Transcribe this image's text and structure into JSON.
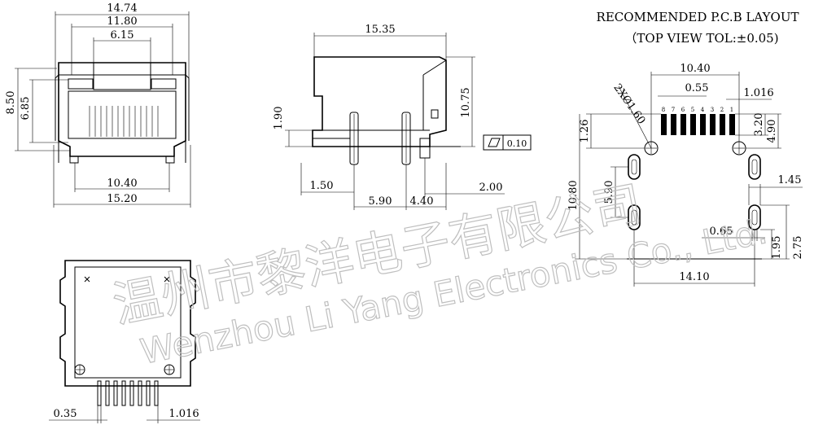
{
  "pcb_layout": {
    "title": "RECOMMENDED P.C.B LAYOUT",
    "subtitle": "（TOP VIEW TOL:±0.05)",
    "dims": {
      "width": "10.40",
      "pitch": "0.55",
      "pad_pitch": "1.016",
      "hole_dia": "2XØ1.60",
      "pad_len": "3.20",
      "pad_to_hole": "4.90",
      "d126": "1.26",
      "height": "10.80",
      "slot_pitch": "5.90",
      "slot_w": "1.45",
      "slot_off": "0.65",
      "d195": "1.95",
      "d275": "2.75",
      "base": "14.10"
    },
    "pin_numbers": [
      "8",
      "7",
      "6",
      "5",
      "4",
      "3",
      "2",
      "1"
    ]
  },
  "front_view": {
    "dims": {
      "overall": "14.74",
      "inner": "11.80",
      "opening": "6.15",
      "height": "8.50",
      "inner_h": "6.85",
      "pin_span": "10.40",
      "base": "15.20"
    }
  },
  "side_view": {
    "dims": {
      "length": "15.35",
      "height": "10.75",
      "standoff": "1.90",
      "front_off": "1.50",
      "pin_gap": "5.90",
      "rear_pin": "4.40",
      "rear_off": "2.00",
      "flatness": "0.10"
    }
  },
  "bottom_view": {
    "dims": {
      "pin_w": "0.35",
      "pin_pitch": "1.016"
    }
  },
  "watermark": {
    "cn": "温州市黎洋电子有限公司",
    "en": "Wenzhou Li Yang Electronics Co., Ltd."
  }
}
